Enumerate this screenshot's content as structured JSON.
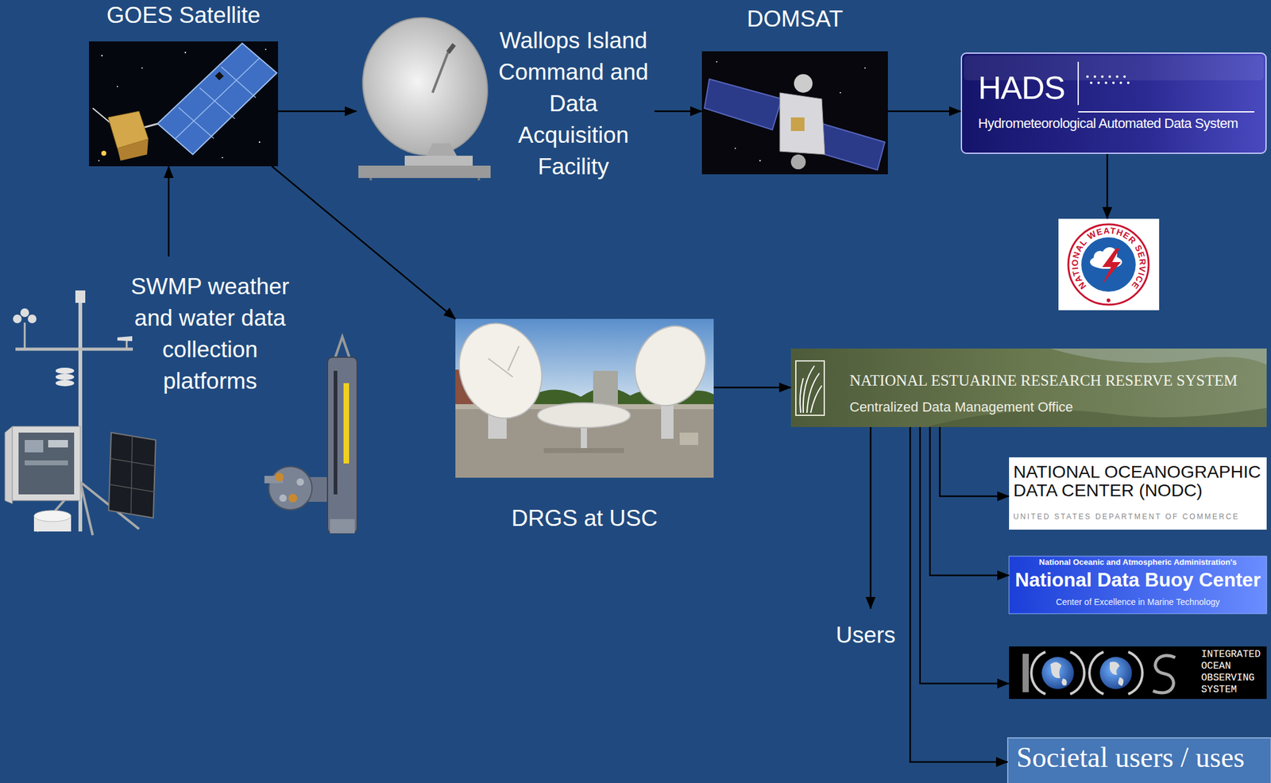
{
  "diagram": {
    "nodes": [
      {
        "text": [
          "GOES Satellite"
        ]
      },
      {
        "text": [
          "Wallops Island Command and Data Acquisition Facility"
        ]
      },
      {
        "text": [
          "DOMSAT"
        ]
      },
      {
        "text": [
          "HADS",
          "Hydrometeorological Automated Data System"
        ]
      },
      {
        "text": [
          "NATIONAL WEATHER SERVICE"
        ]
      },
      {
        "text": [
          "SWMP weather and water data collection platforms"
        ]
      },
      {
        "text": [
          "DRGS at USC"
        ]
      },
      {
        "text": [
          "NATIONAL ESTUARINE RESEARCH RESERVE SYSTEM",
          "Centralized Data Management Office"
        ]
      },
      {
        "text": [
          "NATIONAL OCEANOGRAPHIC DATA CENTER (NODC)",
          "UNITED STATES DEPARTMENT OF COMMERCE"
        ]
      },
      {
        "text": [
          "National Oceanic and Atmospheric Administration's",
          "National Data Buoy Center",
          "Center of Excellence in Marine Technology"
        ]
      },
      {
        "text": [
          "Users"
        ]
      },
      {
        "text": [
          "INTEGRATED OCEAN OBSERVING SYSTEM"
        ]
      },
      {
        "text": [
          "Societal users / uses"
        ]
      }
    ],
    "edges": [
      {
        "from": 5,
        "to": 0,
        "arrow": "to"
      },
      {
        "from": 0,
        "to": 1,
        "arrow": "to"
      },
      {
        "from": 1,
        "to": 2,
        "arrow": "to"
      },
      {
        "from": 2,
        "to": 3,
        "arrow": "to"
      },
      {
        "from": 3,
        "to": 4,
        "arrow": "to"
      },
      {
        "from": 0,
        "to": 6,
        "arrow": "to"
      },
      {
        "from": 6,
        "to": 7,
        "arrow": "to"
      },
      {
        "from": 7,
        "to": 10,
        "arrow": "to"
      },
      {
        "from": 7,
        "to": 8,
        "arrow": "to"
      },
      {
        "from": 7,
        "to": 9,
        "arrow": "to"
      },
      {
        "from": 7,
        "to": 11,
        "arrow": "to"
      },
      {
        "from": 7,
        "to": 12,
        "arrow": "to"
      }
    ]
  }
}
